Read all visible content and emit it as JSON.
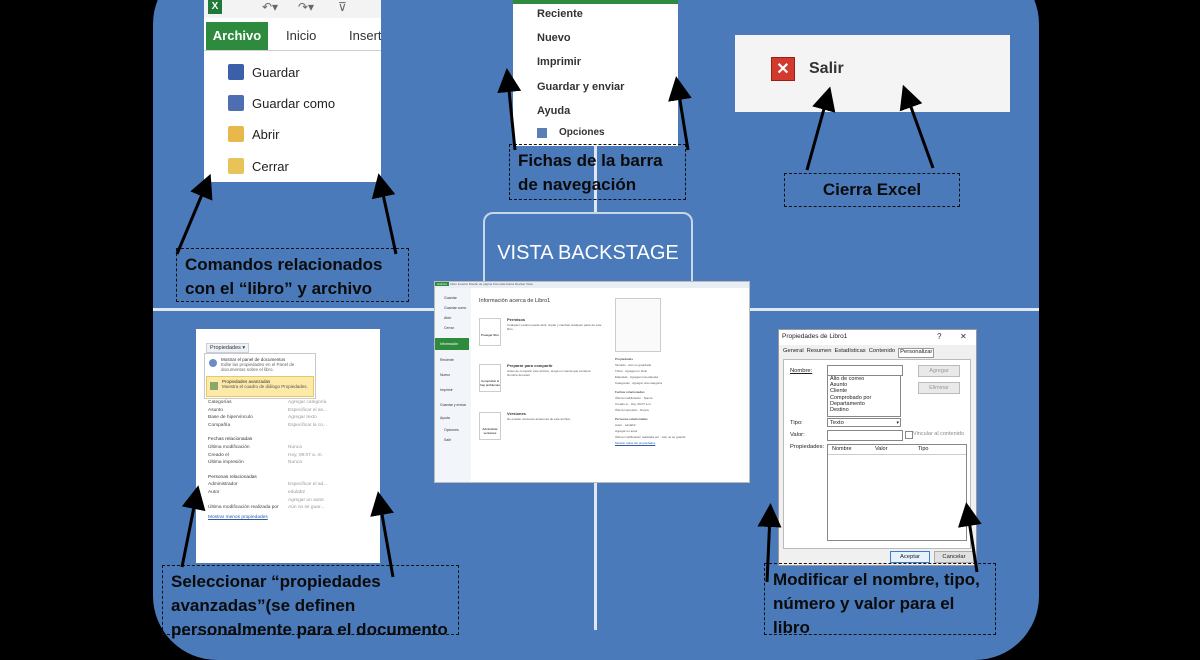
{
  "title": "VISTA BACKSTAGE",
  "panel_file": {
    "tabs": [
      "Archivo",
      "Inicio",
      "Insert"
    ],
    "commands": [
      "Guardar",
      "Guardar como",
      "Abrir",
      "Cerrar"
    ]
  },
  "panel_nav": {
    "items": [
      "Reciente",
      "Nuevo",
      "Imprimir",
      "Guardar y enviar",
      "Ayuda",
      "Opciones"
    ]
  },
  "panel_exit": {
    "label": "Salir"
  },
  "callouts": {
    "commands": "Comandos  relacionados con el “libro” y archivo",
    "nav": "Fichas de la barra de navegación",
    "exit": "Cierra Excel",
    "advanced": "Seleccionar “propiedades avanzadas”(se definen personalmente para el documento",
    "modify": "Modificar el nombre, tipo, número y valor para el libro"
  },
  "backstage_shot": {
    "ribbon_tabs": [
      "Archivo",
      "Inicio",
      "Insertar",
      "Diseño de página",
      "Fórmulas",
      "Datos",
      "Revisar",
      "Vista"
    ],
    "sidebar": [
      "Guardar",
      "Guardar como",
      "Abrir",
      "Cerrar",
      "Información",
      "Reciente",
      "Nuevo",
      "Imprimir",
      "Guardar y enviar",
      "Ayuda",
      "Opciones",
      "Salir"
    ],
    "heading": "Información acerca de Libro1",
    "sections": [
      {
        "button": "Proteger libro",
        "title": "Permisos",
        "text": "Cualquier usuario puede abrir, copiar y cambiar cualquier parte de este libro."
      },
      {
        "button": "Comprobar si hay problemas",
        "title": "Preparar para compartir",
        "text": "Antes de compartir este archivo, tenga en cuenta que contiene: Nombre del autor"
      },
      {
        "button": "Administrar versiones",
        "title": "Versiones",
        "text": "No existen versiones anteriores de este archivo."
      }
    ],
    "props_header": "Propiedades",
    "props": [
      [
        "Tamaño",
        "Aún no guardado"
      ],
      [
        "Título",
        "Agregar un título"
      ],
      [
        "Etiquetas",
        "Agregar una etiqueta"
      ],
      [
        "Categorías",
        "Agregar una categoría"
      ]
    ],
    "dates_header": "Fechas relacionadas",
    "dates": [
      [
        "Última modificación",
        "Nunca"
      ],
      [
        "Creado el",
        "Hoy, 09:07 a.m."
      ],
      [
        "Última impresión",
        "Nunca"
      ]
    ],
    "people_header": "Personas relacionadas",
    "people": [
      [
        "Autor",
        "edulab2"
      ],
      [
        "",
        "Agregar un autor"
      ],
      [
        "Última modificación realizada por",
        "Aún no se guardó"
      ]
    ],
    "link": "Mostrar todas las propiedades"
  },
  "panel_props": {
    "dropdown": "Propiedades ▾",
    "menu": [
      {
        "title": "Mostrar el panel de documentos",
        "desc": "Edite las propiedades en el Panel de documentos sobre el libro."
      },
      {
        "title": "Propiedades avanzadas",
        "desc": "Muestra el cuadro de diálogo Propiedades."
      }
    ],
    "rows": [
      [
        "Categorías",
        "Agregar categoría"
      ],
      [
        "Asunto",
        "Especificar el as..."
      ],
      [
        "Base de hipervínculo",
        "Agregar texto"
      ],
      [
        "Compañía",
        "Especificar la co..."
      ]
    ],
    "dates_header": "Fechas relacionadas",
    "dates": [
      [
        "Última modificación",
        "Nunca"
      ],
      [
        "Creado el",
        "Hoy, 09:07 a. m."
      ],
      [
        "Última impresión",
        "Nunca"
      ]
    ],
    "people_header": "Personas relacionadas",
    "people": [
      [
        "Administrador",
        "Especificar el ad..."
      ],
      [
        "Autor",
        "edulab2"
      ],
      [
        "",
        "Agregar un autor"
      ],
      [
        "Última modificación realizada por",
        "Aún no se guar..."
      ]
    ],
    "link": "Mostrar menos propiedades"
  },
  "dialog": {
    "title": "Propiedades de Libro1",
    "help": "?",
    "close": "✕",
    "tabs": [
      "General",
      "Resumen",
      "Estadísticas",
      "Contenido",
      "Personalizar"
    ],
    "name_label": "Nombre:",
    "add_button": "Agregar",
    "delete_button": "Eliminar",
    "list": [
      "Alto de correo",
      "Asunto",
      "Cliente",
      "Comprobado por",
      "Departamento",
      "Destino"
    ],
    "type_label": "Tipo:",
    "type_value": "Texto",
    "value_label": "Valor:",
    "link_checkbox": "Vincular al contenido",
    "props_label": "Propiedades:",
    "columns": [
      "Nombre",
      "Valor",
      "Tipo"
    ],
    "ok": "Aceptar",
    "cancel": "Cancelar"
  },
  "colors": {
    "board": "#4a7ab9",
    "excel_green": "#2e8b3e",
    "accent_red": "#d23a2e"
  }
}
